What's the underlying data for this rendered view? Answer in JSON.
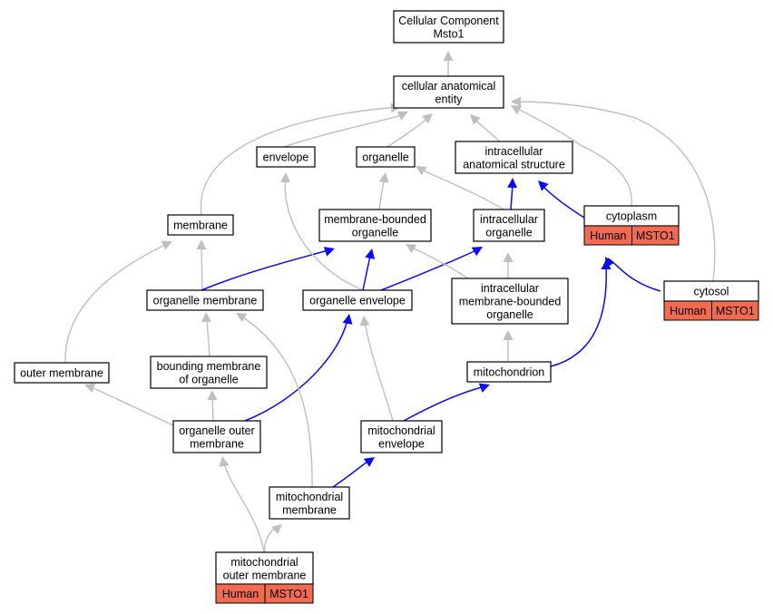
{
  "diagram": {
    "nodes": {
      "root": [
        "Cellular Component",
        "Msto1"
      ],
      "cae": [
        "cellular anatomical",
        "entity"
      ],
      "envelope": [
        "envelope"
      ],
      "organelle": [
        "organelle"
      ],
      "ias": [
        "intracellular",
        "anatomical structure"
      ],
      "membrane": [
        "membrane"
      ],
      "mbo": [
        "membrane-bounded",
        "organelle"
      ],
      "io": [
        "intracellular",
        "organelle"
      ],
      "cytoplasm": [
        "cytoplasm"
      ],
      "cytosol": [
        "cytosol"
      ],
      "orgmem": [
        "organelle membrane"
      ],
      "orgenv": [
        "organelle envelope"
      ],
      "imbo": [
        "intracellular",
        "membrane-bounded",
        "organelle"
      ],
      "outermem": [
        "outer membrane"
      ],
      "bmo": [
        "bounding membrane",
        "of organelle"
      ],
      "mito": [
        "mitochondrion"
      ],
      "oom": [
        "organelle outer",
        "membrane"
      ],
      "mitoenv": [
        "mitochondrial",
        "envelope"
      ],
      "mitomem": [
        "mitochondrial",
        "membrane"
      ],
      "mom": [
        "mitochondrial",
        "outer membrane"
      ]
    },
    "tags": {
      "cytoplasm": [
        "Human",
        "MSTO1"
      ],
      "cytosol": [
        "Human",
        "MSTO1"
      ],
      "mom": [
        "Human",
        "MSTO1"
      ]
    },
    "colors": {
      "gray_edge": "#bfbfbf",
      "blue_edge": "#0a0af5",
      "annotation_fill": "#f26a50"
    }
  }
}
